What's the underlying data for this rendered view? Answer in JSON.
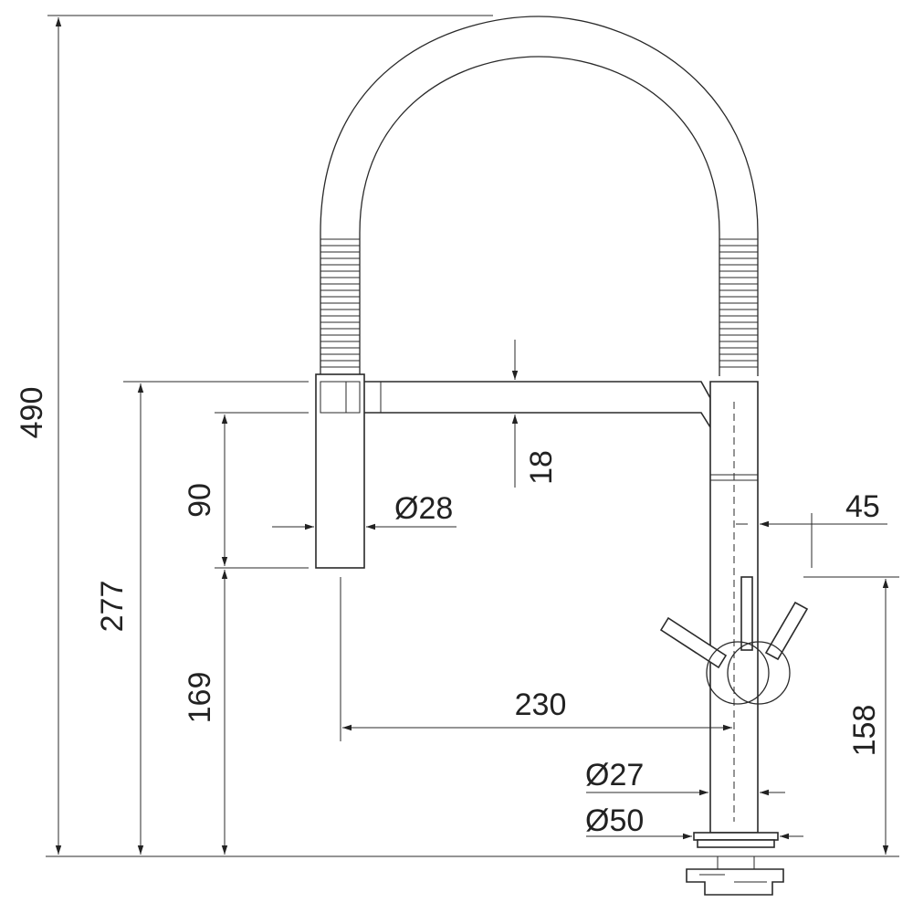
{
  "dimensions": {
    "total_height": "490",
    "spout_height": "277",
    "lower_height": "169",
    "sprayhead_length": "90",
    "sprayhead_diameter": "Ø28",
    "arm_thickness": "18",
    "reach": "230",
    "handle_offset": "45",
    "handle_height": "158",
    "body_diameter": "Ø27",
    "base_diameter": "Ø50"
  }
}
